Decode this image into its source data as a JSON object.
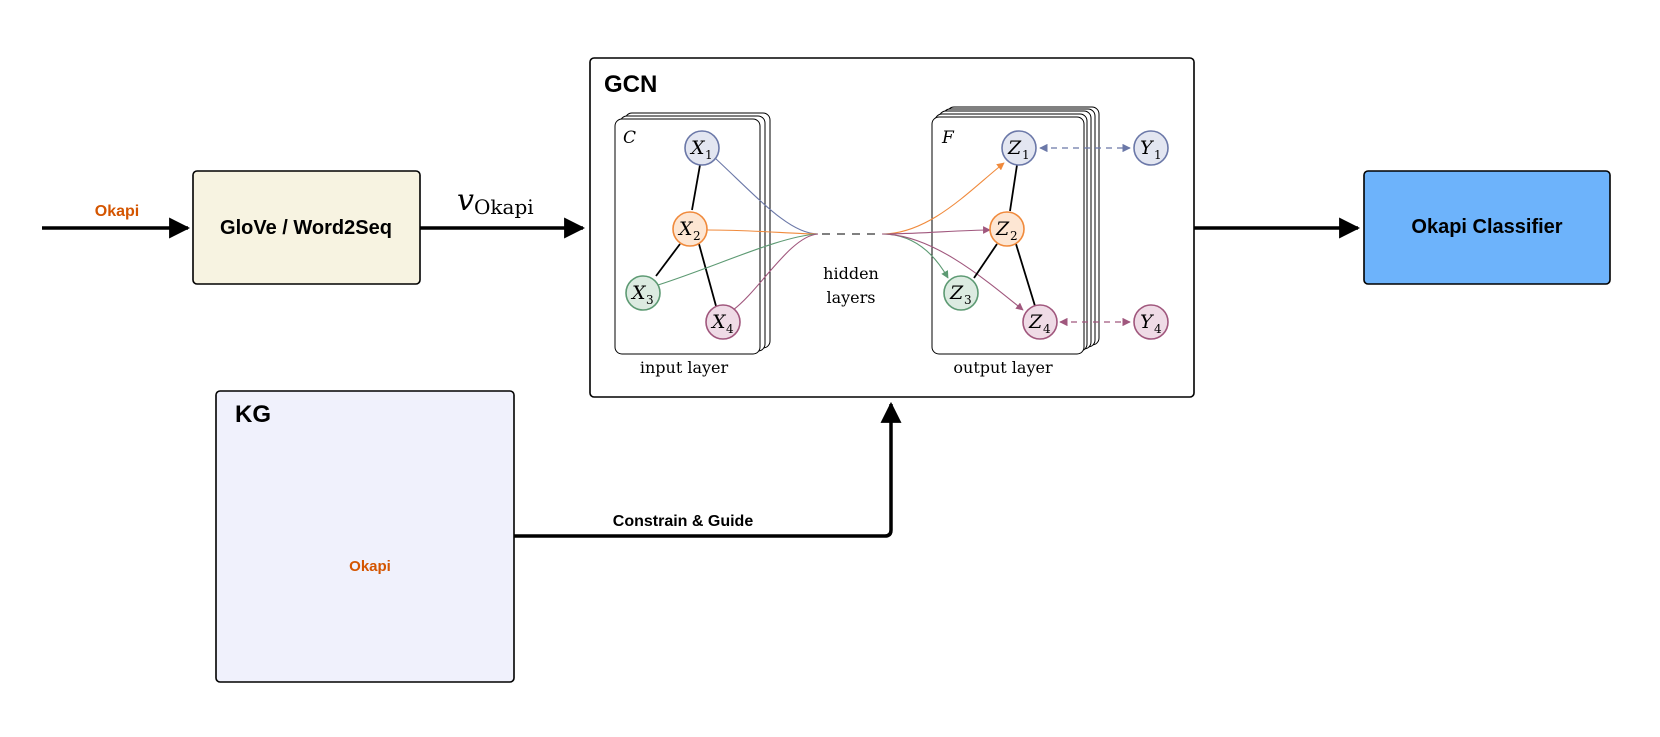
{
  "input_word": "Okapi",
  "embedding_box": {
    "label": "GloVe / Word2Seq"
  },
  "vector_label": {
    "symbol": "v",
    "subscript": "Okapi"
  },
  "gcn": {
    "title": "GCN",
    "input_panel": {
      "corner_label": "C",
      "caption": "input layer",
      "nodes": [
        {
          "letter": "X",
          "index": "1",
          "color": "#6b78a8",
          "fill": "#e3e6f1"
        },
        {
          "letter": "X",
          "index": "2",
          "color": "#f08a3c",
          "fill": "#fde6d3"
        },
        {
          "letter": "X",
          "index": "3",
          "color": "#5d9a73",
          "fill": "#dcebe1"
        },
        {
          "letter": "X",
          "index": "4",
          "color": "#a0577d",
          "fill": "#efdbe6"
        }
      ]
    },
    "hidden": {
      "line1": "hidden",
      "line2": "layers"
    },
    "output_panel": {
      "corner_label": "F",
      "caption": "output layer",
      "nodes": [
        {
          "letter": "Z",
          "index": "1",
          "color": "#6b78a8",
          "fill": "#e3e6f1"
        },
        {
          "letter": "Z",
          "index": "2",
          "color": "#f08a3c",
          "fill": "#fde6d3"
        },
        {
          "letter": "Z",
          "index": "3",
          "color": "#5d9a73",
          "fill": "#dcebe1"
        },
        {
          "letter": "Z",
          "index": "4",
          "color": "#a0577d",
          "fill": "#efdbe6"
        }
      ],
      "targets": [
        {
          "letter": "Y",
          "index": "1",
          "color": "#6b78a8",
          "fill": "#e3e6f1"
        },
        {
          "letter": "Y",
          "index": "4",
          "color": "#a0577d",
          "fill": "#efdbe6"
        }
      ]
    }
  },
  "kg": {
    "title": "KG",
    "content": "Okapi"
  },
  "edge_constrain": {
    "label": "Constrain & Guide"
  },
  "classifier": {
    "label": "Okapi Classifier"
  },
  "colors": {
    "accent_orange": "#d45500",
    "embedding_fill": "#f7f3e1",
    "kg_fill": "#f0f1fc",
    "classifier_fill": "#6db3fb",
    "arrow": "#000000"
  }
}
